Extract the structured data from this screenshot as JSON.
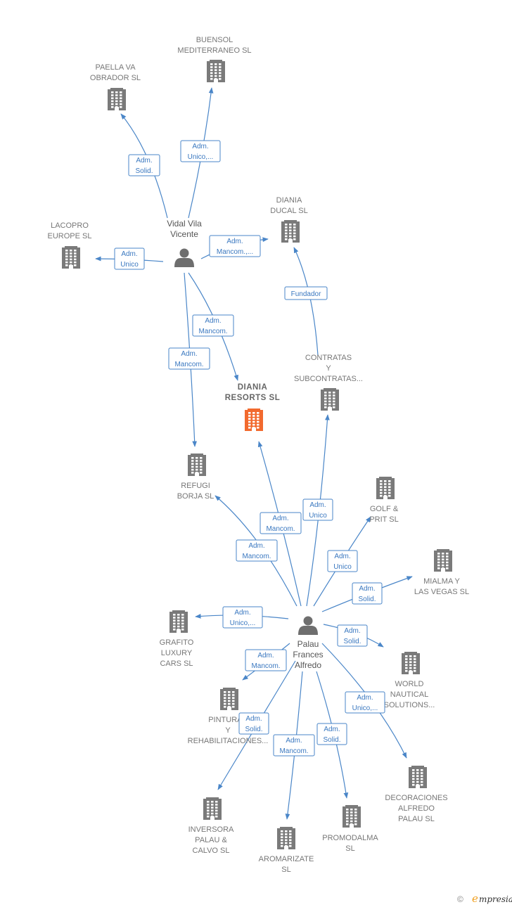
{
  "colors": {
    "edge": "#4a86c8",
    "company": "#7a7a7a",
    "highlight": "#f26a2e",
    "person": "#6e6e6e"
  },
  "persons": [
    {
      "id": "vidal",
      "lines": [
        "Vidal Vila",
        "Vicente"
      ]
    },
    {
      "id": "palau",
      "lines": [
        "Palau",
        "Frances",
        "Alfredo"
      ]
    }
  ],
  "companies": [
    {
      "id": "paella",
      "lines": [
        "PAELLA VA",
        "OBRADOR  SL"
      ],
      "highlight": false
    },
    {
      "id": "buensol",
      "lines": [
        "BUENSOL",
        "MEDITERRANEO SL"
      ],
      "highlight": false
    },
    {
      "id": "lacopro",
      "lines": [
        "LACOPRO",
        "EUROPE  SL"
      ],
      "highlight": false
    },
    {
      "id": "ducal",
      "lines": [
        "DIANIA",
        "DUCAL  SL"
      ],
      "highlight": false
    },
    {
      "id": "contratas",
      "lines": [
        "CONTRATAS",
        "Y",
        "SUBCONTRATAS..."
      ],
      "highlight": false
    },
    {
      "id": "resorts",
      "lines": [
        "DIANIA",
        "RESORTS  SL"
      ],
      "highlight": true
    },
    {
      "id": "refugi",
      "lines": [
        "REFUGI",
        "BORJA  SL"
      ],
      "highlight": false
    },
    {
      "id": "golf",
      "lines": [
        "GOLF &",
        "PRIT SL"
      ],
      "highlight": false
    },
    {
      "id": "mialma",
      "lines": [
        "MIALMA Y",
        "LAS VEGAS  SL"
      ],
      "highlight": false
    },
    {
      "id": "grafito",
      "lines": [
        "GRAFITO",
        "LUXURY",
        "CARS  SL"
      ],
      "highlight": false
    },
    {
      "id": "world",
      "lines": [
        "WORLD",
        "NAUTICAL",
        "SOLUTIONS..."
      ],
      "highlight": false
    },
    {
      "id": "pinturas",
      "lines": [
        "PINTURAS",
        "Y",
        "REHABILITACIONES..."
      ],
      "highlight": false
    },
    {
      "id": "decoraciones",
      "lines": [
        "DECORACIONES",
        "ALFREDO",
        "PALAU SL"
      ],
      "highlight": false
    },
    {
      "id": "inversora",
      "lines": [
        "INVERSORA",
        "PALAU &",
        "CALVO  SL"
      ],
      "highlight": false
    },
    {
      "id": "aromarizate",
      "lines": [
        "AROMARIZATE",
        "SL"
      ],
      "highlight": false
    },
    {
      "id": "promodalma",
      "lines": [
        "PROMODALMA",
        "SL"
      ],
      "highlight": false
    }
  ],
  "edges": [
    {
      "from": "vidal",
      "to": "paella",
      "label": [
        "Adm.",
        "Solid."
      ]
    },
    {
      "from": "vidal",
      "to": "buensol",
      "label": [
        "Adm.",
        "Unico,..."
      ]
    },
    {
      "from": "vidal",
      "to": "lacopro",
      "label": [
        "Adm.",
        "Unico"
      ]
    },
    {
      "from": "vidal",
      "to": "ducal",
      "label": [
        "Adm.",
        "Mancom.,..."
      ]
    },
    {
      "from": "vidal",
      "to": "resorts",
      "label": [
        "Adm.",
        "Mancom."
      ]
    },
    {
      "from": "vidal",
      "to": "refugi",
      "label": [
        "Adm.",
        "Mancom."
      ]
    },
    {
      "from": "contratas",
      "to": "ducal",
      "label": [
        "Fundador"
      ]
    },
    {
      "from": "palau",
      "to": "resorts",
      "label": [
        "Adm.",
        "Mancom."
      ]
    },
    {
      "from": "palau",
      "to": "contratas",
      "label": [
        "Adm.",
        "Unico"
      ]
    },
    {
      "from": "palau",
      "to": "refugi",
      "label": [
        "Adm.",
        "Mancom."
      ]
    },
    {
      "from": "palau",
      "to": "golf",
      "label": [
        "Adm.",
        "Unico"
      ]
    },
    {
      "from": "palau",
      "to": "mialma",
      "label": [
        "Adm.",
        "Solid."
      ]
    },
    {
      "from": "palau",
      "to": "grafito",
      "label": [
        "Adm.",
        "Unico,..."
      ]
    },
    {
      "from": "palau",
      "to": "world",
      "label": [
        "Adm.",
        "Solid."
      ]
    },
    {
      "from": "palau",
      "to": "pinturas",
      "label": [
        "Adm.",
        "Mancom."
      ]
    },
    {
      "from": "palau",
      "to": "decoraciones",
      "label": [
        "Adm.",
        "Unico,..."
      ]
    },
    {
      "from": "palau",
      "to": "inversora",
      "label": [
        "Adm.",
        "Solid."
      ]
    },
    {
      "from": "palau",
      "to": "aromarizate",
      "label": [
        "Adm.",
        "Mancom."
      ]
    },
    {
      "from": "palau",
      "to": "promodalma",
      "label": [
        "Adm.",
        "Solid."
      ]
    }
  ],
  "footer": {
    "copyright": "©",
    "brand_initial": "e",
    "brand_rest": "mpresia"
  }
}
